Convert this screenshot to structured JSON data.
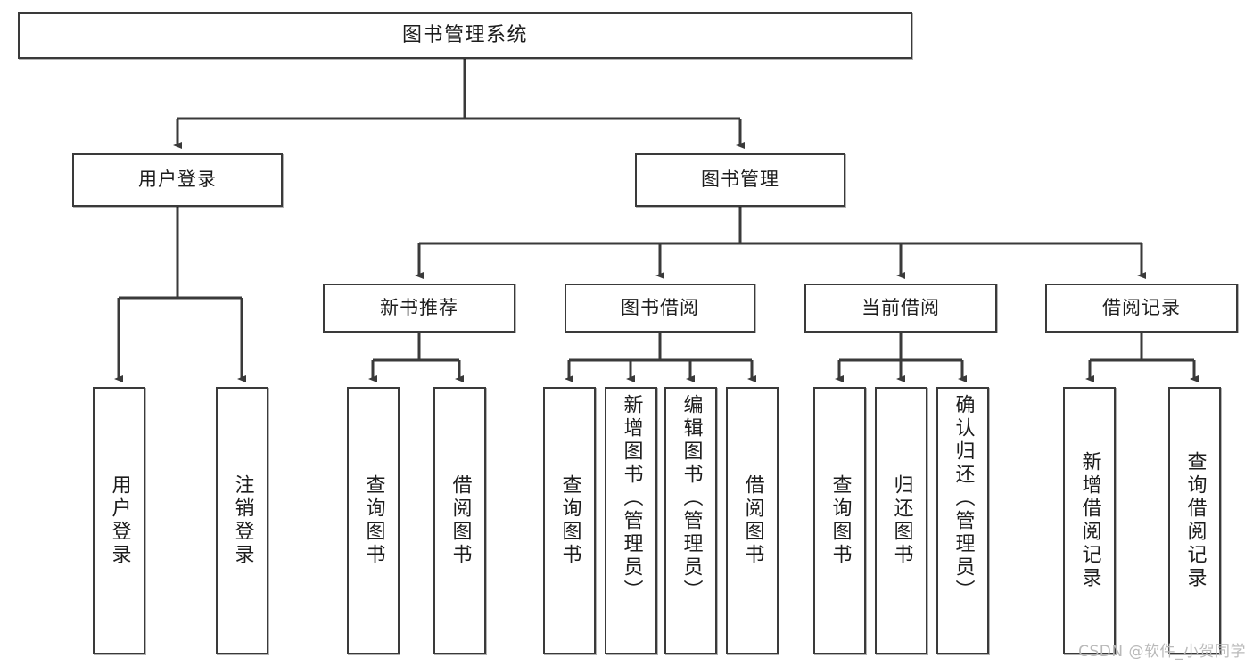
{
  "diagram": {
    "title": "图书管理系统",
    "watermark": "CSDN @软件_小贺同学",
    "root": {
      "label": "图书管理系统"
    },
    "level2": [
      {
        "label": "用户登录"
      },
      {
        "label": "图书管理"
      }
    ],
    "level3": [
      {
        "label": "新书推荐"
      },
      {
        "label": "图书借阅"
      },
      {
        "label": "当前借阅"
      },
      {
        "label": "借阅记录"
      }
    ],
    "leaves": {
      "user_login": [
        {
          "label": "用户登录"
        },
        {
          "label": "注销登录"
        }
      ],
      "new_book_recommend": [
        {
          "label": "查询图书"
        },
        {
          "label": "借阅图书"
        }
      ],
      "book_borrow": [
        {
          "label": "查询图书"
        },
        {
          "label": "新增图书（管理员）"
        },
        {
          "label": "编辑图书（管理员）"
        },
        {
          "label": "借阅图书"
        }
      ],
      "current_borrow": [
        {
          "label": "查询图书"
        },
        {
          "label": "归还图书"
        },
        {
          "label": "确认归还（管理员）"
        }
      ],
      "borrow_record": [
        {
          "label": "新增借阅记录"
        },
        {
          "label": "查询借阅记录"
        }
      ]
    },
    "colors": {
      "border": "#3a3a3a",
      "background": "#ffffff",
      "text": "#1d1d1d",
      "watermark": "#b9b9b9"
    }
  }
}
